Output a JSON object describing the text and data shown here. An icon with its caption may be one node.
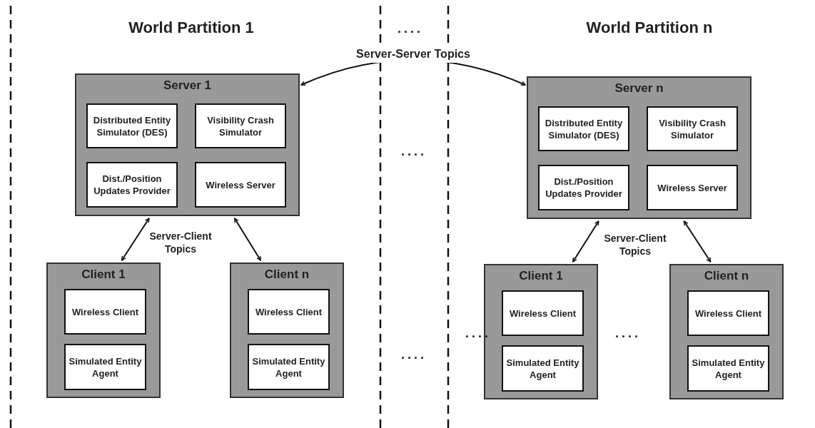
{
  "diagram": {
    "nodes": [
      {
        "text": [
          "Server 1"
        ]
      },
      {
        "text": [
          "Distributed Entity Simulator (DES)"
        ],
        "in": 0
      },
      {
        "text": [
          "Visibility Crash Simulator"
        ],
        "in": 0
      },
      {
        "text": [
          "Dist./Position Updates Provider"
        ],
        "in": 0
      },
      {
        "text": [
          "Wireless Server"
        ],
        "in": 0
      },
      {
        "text": [
          "Client 1"
        ]
      },
      {
        "text": [
          "Wireless Client"
        ],
        "in": 5
      },
      {
        "text": [
          "Simulated Entity Agent"
        ],
        "in": 5
      },
      {
        "text": [
          "Client n"
        ]
      },
      {
        "text": [
          "Wireless Client"
        ],
        "in": 8
      },
      {
        "text": [
          "Simulated Entity Agent"
        ],
        "in": 8
      },
      {
        "text": [
          "Server n"
        ]
      },
      {
        "text": [
          "Distributed Entity Simulator (DES)"
        ],
        "in": 11
      },
      {
        "text": [
          "Visibility Crash Simulator"
        ],
        "in": 11
      },
      {
        "text": [
          "Dist./Position Updates Provider"
        ],
        "in": 11
      },
      {
        "text": [
          "Wireless Server"
        ],
        "in": 11
      },
      {
        "text": [
          "Client 1"
        ]
      },
      {
        "text": [
          "Wireless Client"
        ],
        "in": 16
      },
      {
        "text": [
          "Simulated Entity Agent"
        ],
        "in": 16
      },
      {
        "text": [
          "Client n"
        ]
      },
      {
        "text": [
          "Wireless Client"
        ],
        "in": 19
      },
      {
        "text": [
          "Simulated Entity Agent"
        ],
        "in": 19
      }
    ],
    "edges": [
      {
        "from": 0,
        "to": 11,
        "arrow": "both",
        "label": "Server-Server Topics"
      },
      {
        "from": 0,
        "to": 5,
        "arrow": "both"
      },
      {
        "from": 0,
        "to": 8,
        "arrow": "both"
      },
      {
        "from": 11,
        "to": 16,
        "arrow": "both"
      },
      {
        "from": 11,
        "to": 19,
        "arrow": "both"
      }
    ],
    "labels": [
      "World Partition 1",
      "....",
      "World Partition n",
      "....",
      "Server-Client Topics",
      "Server-Client Topics",
      "....",
      "....",
      "...."
    ]
  }
}
